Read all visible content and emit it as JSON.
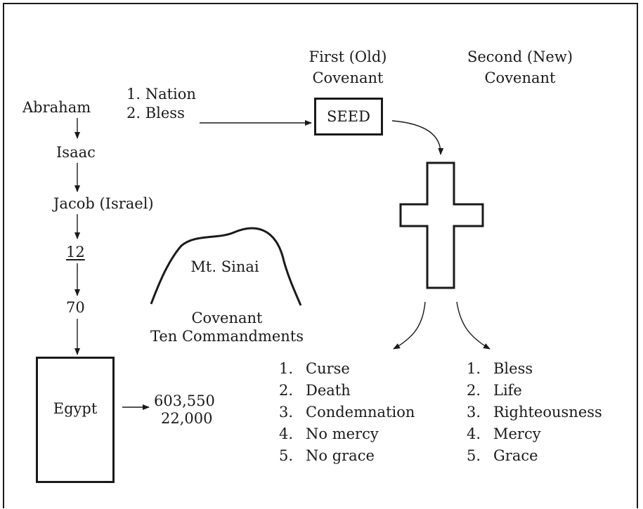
{
  "abraham": {
    "name": "Abraham",
    "promises": [
      "1.  Nation",
      "2.  Bless"
    ]
  },
  "lineage": {
    "isaac": "Isaac",
    "jacob": "Jacob  (Israel)",
    "twelve": "12",
    "seventy": "70",
    "egypt": "Egypt"
  },
  "population": [
    "603,550",
    "22,000"
  ],
  "first_covenant": {
    "line1": "First (Old)",
    "line2": "Covenant"
  },
  "second_covenant": {
    "line1": "Second (New)",
    "line2": "Covenant"
  },
  "seed": "SEED",
  "sinai": {
    "mountain": "Mt. Sinai",
    "line1": "Covenant",
    "line2": "Ten Commandments"
  },
  "old_results": [
    {
      "num": "1.",
      "text": "Curse"
    },
    {
      "num": "2.",
      "text": "Death"
    },
    {
      "num": "3.",
      "text": "Condemnation"
    },
    {
      "num": "4.",
      "text": "No mercy"
    },
    {
      "num": "5.",
      "text": "No grace"
    }
  ],
  "new_results": [
    {
      "num": "1.",
      "text": "Bless"
    },
    {
      "num": "2.",
      "text": "Life"
    },
    {
      "num": "3.",
      "text": "Righteousness"
    },
    {
      "num": "4.",
      "text": "Mercy"
    },
    {
      "num": "5.",
      "text": "Grace"
    }
  ]
}
